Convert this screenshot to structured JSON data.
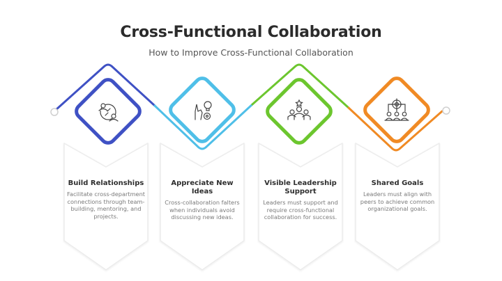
{
  "header": {
    "title": "Cross-Functional Collaboration",
    "subtitle": "How to Improve Cross-Functional Collaboration"
  },
  "steps": [
    {
      "title": "Build Relationships",
      "description": "Facilitate cross-department connections through team-building, mentoring, and projects.",
      "color": "#3f51c4",
      "icon": "people-network-icon"
    },
    {
      "title": "Appreciate New Ideas",
      "description": "Cross-collaboration falters when individuals avoid discussing new ideas.",
      "color": "#4fbfe8",
      "icon": "idea-hand-gear-icon"
    },
    {
      "title": "Visible Leadership Support",
      "description": "Leaders must support and require cross-functional collaboration for success.",
      "color": "#6cc62e",
      "icon": "leader-team-star-icon"
    },
    {
      "title": "Shared Goals",
      "description": "Leaders must align with peers to achieve common organizational goals.",
      "color": "#f08a24",
      "icon": "target-team-icon"
    }
  ]
}
